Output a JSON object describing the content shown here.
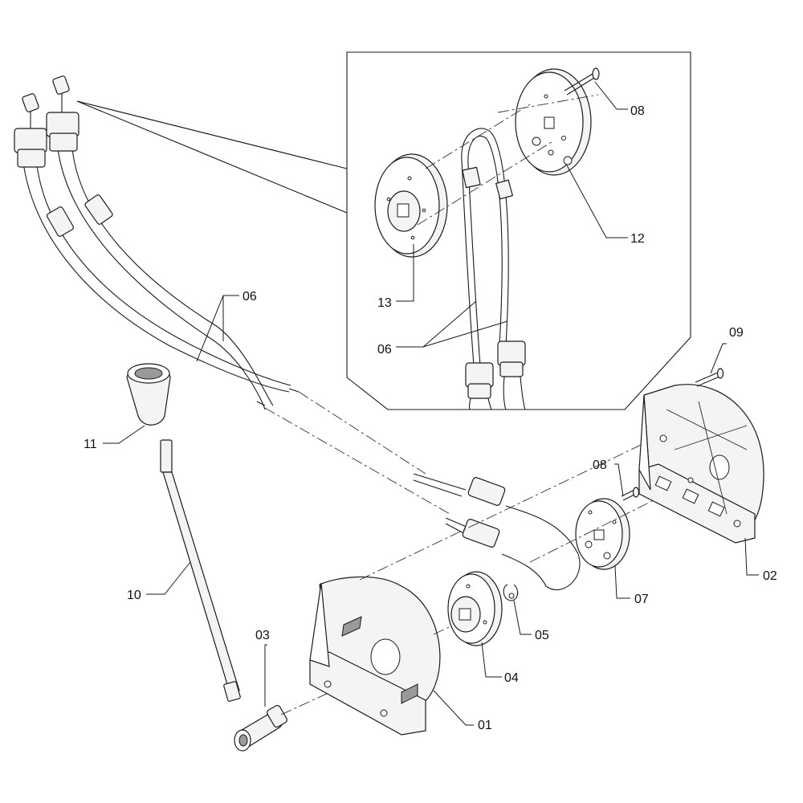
{
  "labels": {
    "p01": "01",
    "p02": "02",
    "p03": "03",
    "p04": "04",
    "p05": "05",
    "p06": "06",
    "p07": "07",
    "p08": "08",
    "p09": "09",
    "p10": "10",
    "p11": "11",
    "p12": "12",
    "p13": "13"
  }
}
